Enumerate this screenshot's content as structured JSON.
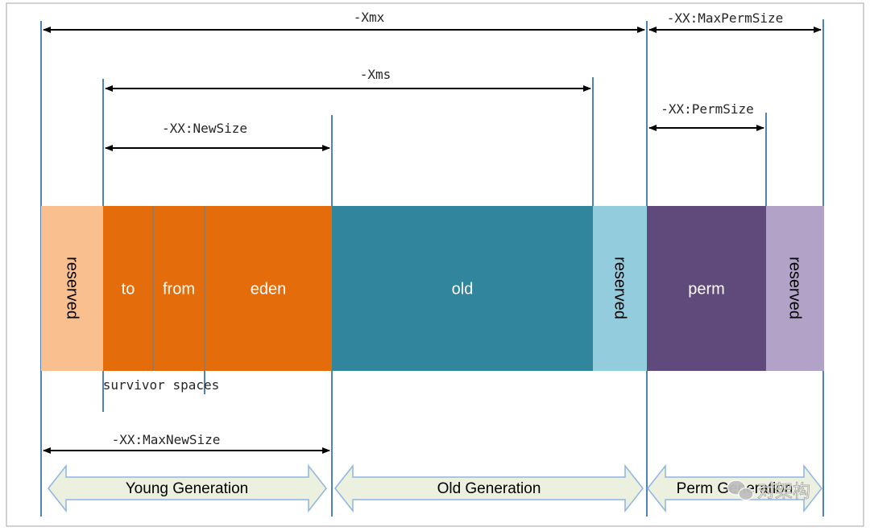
{
  "params": {
    "xmx": "-Xmx",
    "xms": "-Xms",
    "max_perm_size": "-XX:MaxPermSize",
    "perm_size": "-XX:PermSize",
    "new_size": "-XX:NewSize",
    "max_new_size": "-XX:MaxNewSize"
  },
  "segments": {
    "reserved_left": "reserved",
    "to": "to",
    "from": "from",
    "eden": "eden",
    "old": "old",
    "reserved_mid": "reserved",
    "perm": "perm",
    "reserved_right": "reserved"
  },
  "notes": {
    "survivor_spaces": "survivor spaces"
  },
  "generations": {
    "young": "Young Generation",
    "old": "Old Generation",
    "perm": "Perm Generation"
  },
  "watermark": "对架构",
  "colors": {
    "reserved_left": "#f9bf8f",
    "young": "#e46c0a",
    "old": "#31859c",
    "reserved_mid": "#93cddd",
    "perm": "#604a7b",
    "reserved_right": "#b2a2c7",
    "guide_line": "#4f81bd",
    "gen_arrow_fill": "#ebf1de",
    "gen_arrow_stroke": "#8eb4e3"
  }
}
